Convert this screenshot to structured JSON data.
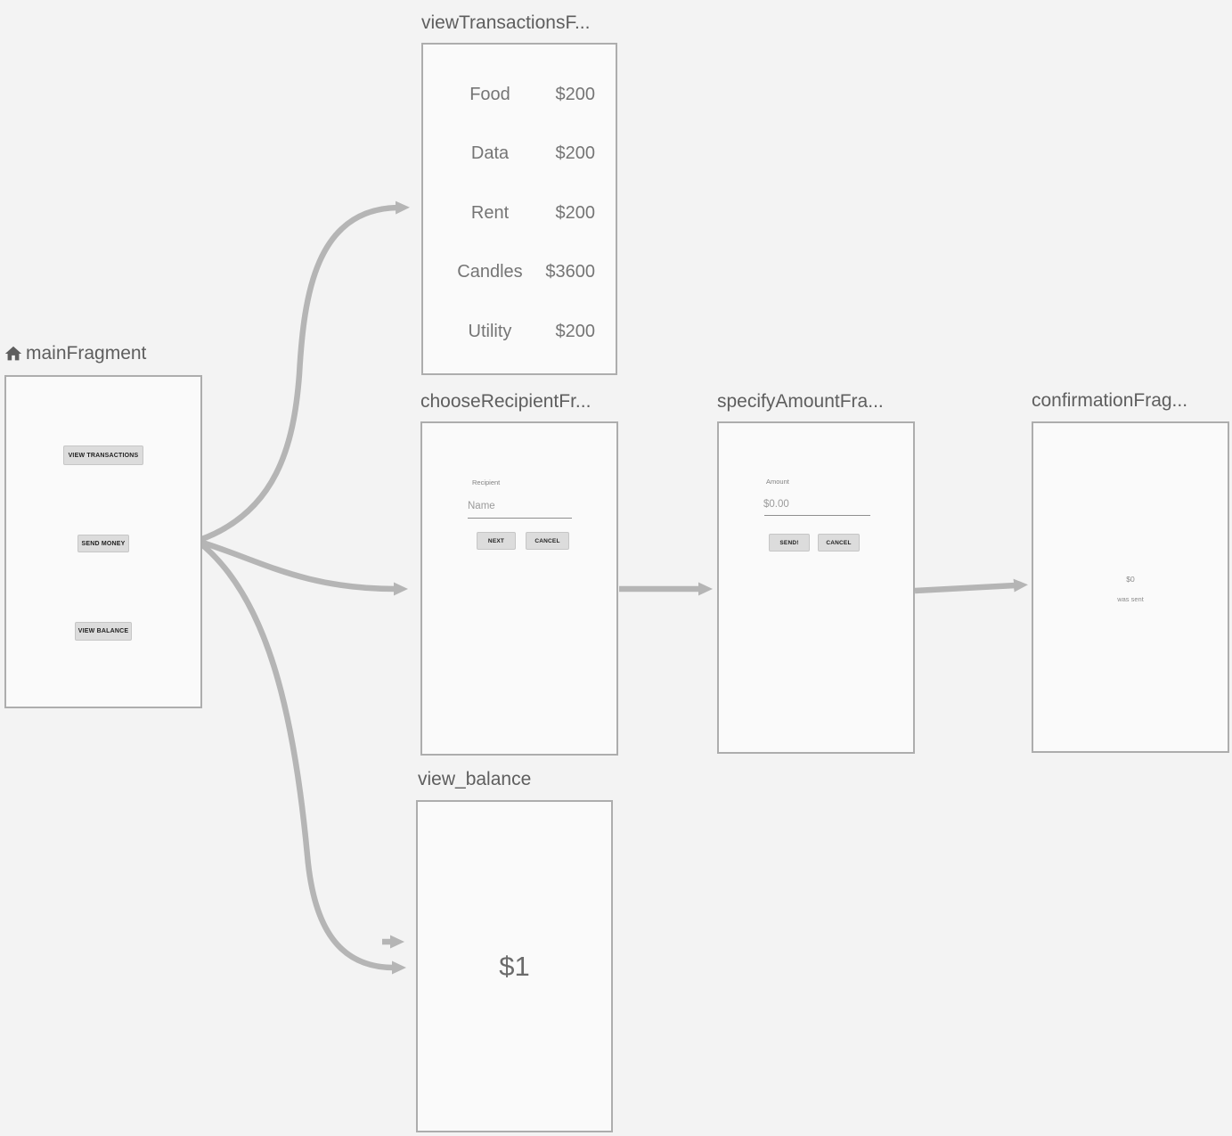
{
  "colors": {
    "background": "#f3f3f3",
    "card_background": "#fafafa",
    "card_border": "#adadad",
    "title_text": "#5e5e5e",
    "arrow": "#b5b5b5",
    "preview_text": "#757575",
    "button_background": "#dcdcdc"
  },
  "fragments": {
    "main": {
      "title": "mainFragment",
      "buttons": [
        "VIEW TRANSACTIONS",
        "SEND MONEY",
        "VIEW BALANCE"
      ]
    },
    "view_transactions": {
      "title": "viewTransactionsF...",
      "rows": [
        {
          "label": "Food",
          "amount": "$200"
        },
        {
          "label": "Data",
          "amount": "$200"
        },
        {
          "label": "Rent",
          "amount": "$200"
        },
        {
          "label": "Candles",
          "amount": "$3600"
        },
        {
          "label": "Utility",
          "amount": "$200"
        }
      ]
    },
    "choose_recipient": {
      "title": "chooseRecipientFr...",
      "field_label": "Recipient",
      "field_value": "Name",
      "next_button": "NEXT",
      "cancel_button": "CANCEL"
    },
    "specify_amount": {
      "title": "specifyAmountFra...",
      "field_label": "Amount",
      "field_value": "$0.00",
      "send_button": "SEND!",
      "cancel_button": "CANCEL"
    },
    "confirmation": {
      "title": "confirmationFrag...",
      "amount": "$0",
      "message": "was sent"
    },
    "view_balance": {
      "title": "view_balance",
      "balance": "$1"
    }
  }
}
